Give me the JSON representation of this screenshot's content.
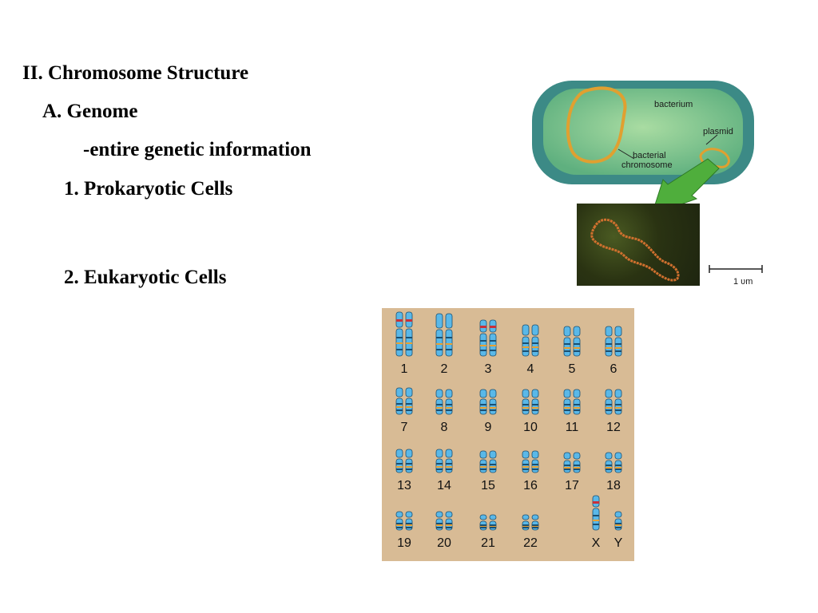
{
  "slide": {
    "heading": "II. Chromosome Structure",
    "subheading": "A. Genome",
    "definition": "-entire genetic information",
    "item1": "1. Prokaryotic Cells",
    "item2": "2. Eukaryotic Cells"
  },
  "bacterium_figure": {
    "label_bacterium": "bacterium",
    "label_plasmid": "plasmid",
    "label_chromosome_1": "bacterial",
    "label_chromosome_2": "chromosome",
    "scale_label": "1 υm",
    "colors": {
      "cell_outer": "#3c8a86",
      "cell_inner": "#86c98e",
      "dna": "#e0a030",
      "arrow": "#4fae3c"
    }
  },
  "karyotype": {
    "background": "#d8bb95",
    "chromosome_color": "#5ab8e8",
    "labels": [
      "1",
      "2",
      "3",
      "4",
      "5",
      "6",
      "7",
      "8",
      "9",
      "10",
      "11",
      "12",
      "13",
      "14",
      "15",
      "16",
      "17",
      "18",
      "19",
      "20",
      "21",
      "22",
      "X",
      "Y"
    ]
  }
}
